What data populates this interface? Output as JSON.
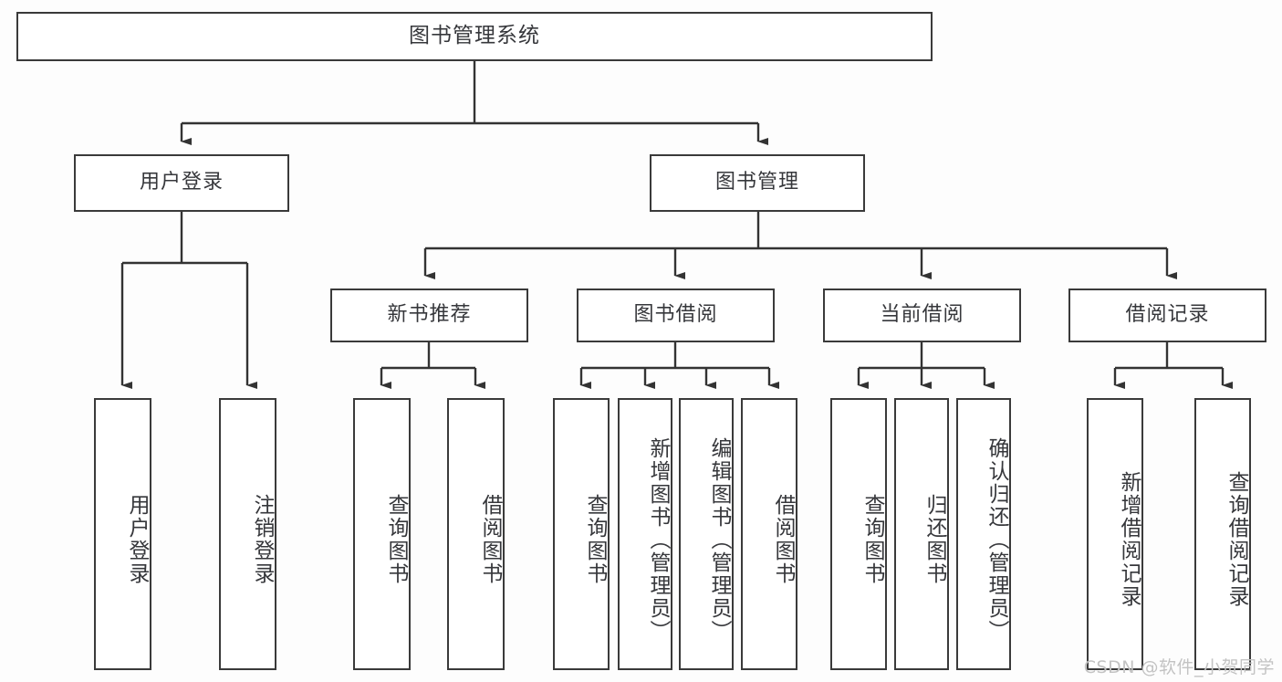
{
  "diagram": {
    "title": "图书管理系统",
    "type": "hierarchy-tree",
    "levels": 4,
    "nodes": {
      "root": {
        "label": "图书管理系统"
      },
      "level2": [
        {
          "id": "user-login",
          "label": "用户登录"
        },
        {
          "id": "book-manage",
          "label": "图书管理"
        }
      ],
      "level3": [
        {
          "id": "new-book-recommend",
          "label": "新书推荐"
        },
        {
          "id": "book-borrow",
          "label": "图书借阅"
        },
        {
          "id": "current-borrow",
          "label": "当前借阅"
        },
        {
          "id": "borrow-record",
          "label": "借阅记录"
        }
      ],
      "leaves": [
        {
          "id": "leaf-user-login",
          "label": "用户登录",
          "parent": "user-login"
        },
        {
          "id": "leaf-logout-login",
          "label": "注销登录",
          "parent": "user-login"
        },
        {
          "id": "leaf-query-book-1",
          "label": "查询图书",
          "parent": "new-book-recommend"
        },
        {
          "id": "leaf-borrow-book-1",
          "label": "借阅图书",
          "parent": "new-book-recommend"
        },
        {
          "id": "leaf-query-book-2",
          "label": "查询图书",
          "parent": "book-borrow"
        },
        {
          "id": "leaf-add-book",
          "label": "新增图书（管理员）",
          "parent": "book-borrow"
        },
        {
          "id": "leaf-edit-book",
          "label": "编辑图书（管理员）",
          "parent": "book-borrow"
        },
        {
          "id": "leaf-borrow-book-2",
          "label": "借阅图书",
          "parent": "book-borrow"
        },
        {
          "id": "leaf-query-book-3",
          "label": "查询图书",
          "parent": "current-borrow"
        },
        {
          "id": "leaf-return-book",
          "label": "归还图书",
          "parent": "current-borrow"
        },
        {
          "id": "leaf-confirm-return",
          "label": "确认归还（管理员）",
          "parent": "current-borrow"
        },
        {
          "id": "leaf-add-record",
          "label": "新增借阅记录",
          "parent": "borrow-record"
        },
        {
          "id": "leaf-query-record",
          "label": "查询借阅记录",
          "parent": "borrow-record"
        }
      ]
    },
    "colors": {
      "box_border": "#3a3a3a",
      "box_fill": "#ffffff",
      "connector": "#333333",
      "text": "#36373b",
      "background": "#fdfdfd",
      "watermark": "#c3c3c3"
    }
  },
  "watermark": {
    "text": "CSDN @软件_小贺同学"
  }
}
